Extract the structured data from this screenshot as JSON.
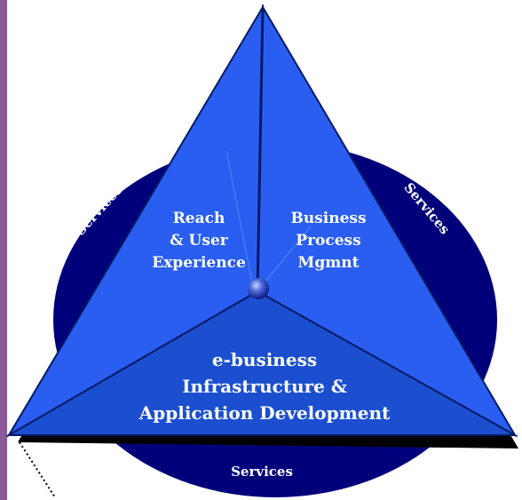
{
  "diagram": {
    "facets": {
      "left": [
        "Reach",
        "& User",
        "Experience"
      ],
      "right": [
        "Business",
        "Process",
        "Mgmnt"
      ],
      "bottom": [
        "e-business",
        "Infrastructure &",
        "Application Development"
      ]
    },
    "services": {
      "left": "Services",
      "right": "Services",
      "bottom": "Services"
    }
  }
}
